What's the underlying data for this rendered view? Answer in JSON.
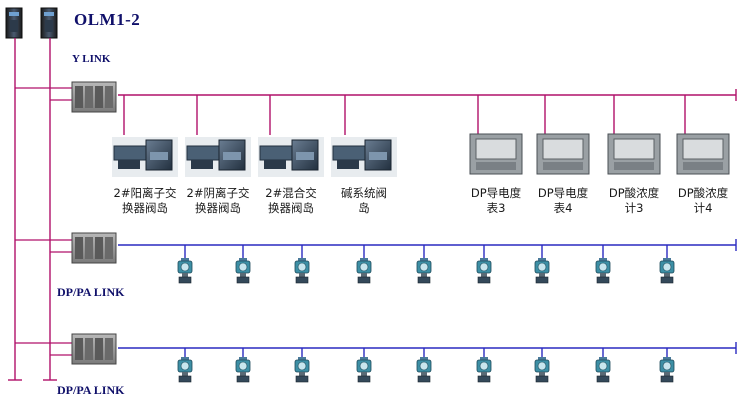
{
  "title": "OLM1-2",
  "network_labels": {
    "y_link": "Y  LINK",
    "dp_pa_link_1": "DP/PA LINK",
    "dp_pa_link_2": "DP/PA LINK"
  },
  "valve_islands": [
    {
      "line1": "2#阳离子交",
      "line2": "换器阀岛"
    },
    {
      "line1": "2#阴离子交",
      "line2": "换器阀岛"
    },
    {
      "line1": "2#混合交",
      "line2": "换器阀岛"
    },
    {
      "line1": "碱系统阀",
      "line2": "岛"
    }
  ],
  "meters": [
    {
      "line1": "DP导电度",
      "line2": "表3"
    },
    {
      "line1": "DP导电度",
      "line2": "表4"
    },
    {
      "line1": "DP酸浓度",
      "line2": "计3"
    },
    {
      "line1": "DP酸浓度",
      "line2": "计4"
    }
  ],
  "transmitter_rows": [
    {
      "count": 9
    },
    {
      "count": 9
    }
  ],
  "colors": {
    "profibus_line": "#b0106a",
    "pa_line": "#2a2ac0",
    "backbone": "#b0106a",
    "label_text": "#10106a"
  }
}
